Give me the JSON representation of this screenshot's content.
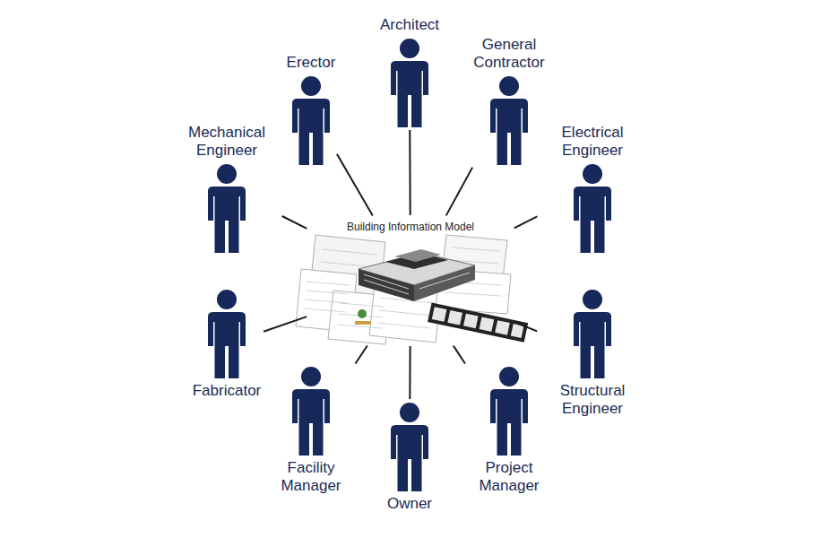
{
  "diagram": {
    "nodes": [
      {
        "text": [
          "Architect"
        ]
      },
      {
        "text": [
          "Erector"
        ]
      },
      {
        "text": [
          "General Contractor"
        ]
      },
      {
        "text": [
          "Mechanical Engineer"
        ]
      },
      {
        "text": [
          "Electrical Engineer"
        ]
      },
      {
        "text": [
          "Building Information Model"
        ]
      },
      {
        "text": [
          "Fabricator"
        ]
      },
      {
        "text": [
          "Structural Engineer"
        ]
      },
      {
        "text": [
          "Facility Manager"
        ]
      },
      {
        "text": [
          "Project Manager"
        ]
      },
      {
        "text": [
          "Owner"
        ]
      }
    ],
    "edges": [
      {
        "from": 5,
        "to": 0,
        "arrow": "none"
      },
      {
        "from": 5,
        "to": 1,
        "arrow": "none"
      },
      {
        "from": 5,
        "to": 2,
        "arrow": "none"
      },
      {
        "from": 5,
        "to": 3,
        "arrow": "none"
      },
      {
        "from": 5,
        "to": 4,
        "arrow": "none"
      },
      {
        "from": 5,
        "to": 6,
        "arrow": "none"
      },
      {
        "from": 5,
        "to": 7,
        "arrow": "none"
      },
      {
        "from": 5,
        "to": 8,
        "arrow": "none"
      },
      {
        "from": 5,
        "to": 9,
        "arrow": "none"
      },
      {
        "from": 5,
        "to": 10,
        "arrow": "none"
      }
    ]
  }
}
